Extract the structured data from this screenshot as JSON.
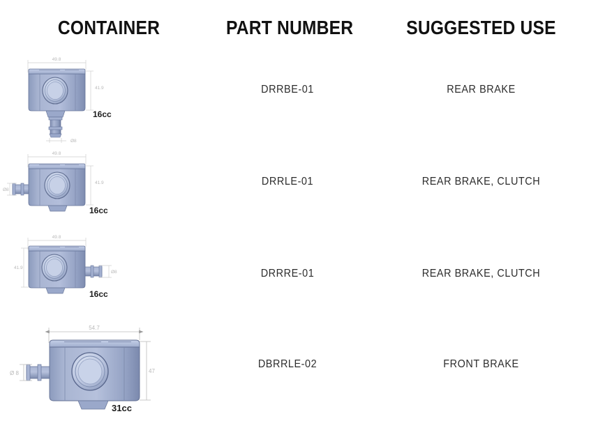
{
  "table": {
    "headers": {
      "container": "CONTAINER",
      "part_number": "PART NUMBER",
      "suggested_use": "SUGGESTED USE"
    },
    "rows": [
      {
        "part_number": "DRRBE-01",
        "suggested_use": "REAR BRAKE",
        "capacity": "16cc",
        "dim_width": "49.8",
        "dim_height": "41.9",
        "dim_port": "Ø8",
        "port_position": "bottom",
        "icon": "brake-reservoir-bottom-outlet"
      },
      {
        "part_number": "DRRLE-01",
        "suggested_use": "REAR BRAKE, CLUTCH",
        "capacity": "16cc",
        "dim_width": "49.8",
        "dim_height": "41.9",
        "dim_port": "Ø8",
        "port_position": "left",
        "icon": "brake-reservoir-left-outlet"
      },
      {
        "part_number": "DRRRE-01",
        "suggested_use": "REAR BRAKE, CLUTCH",
        "capacity": "16cc",
        "dim_width": "49.8",
        "dim_height": "41.9",
        "dim_port": "Ø8",
        "port_position": "right",
        "icon": "brake-reservoir-right-outlet"
      },
      {
        "part_number": "DBRRLE-02",
        "suggested_use": "FRONT BRAKE",
        "capacity": "31cc",
        "dim_width": "54.7",
        "dim_height": "47",
        "dim_port": "Ø 8",
        "port_position": "left",
        "icon": "brake-reservoir-large-left-outlet"
      }
    ]
  },
  "colors": {
    "background": "#ffffff",
    "header_text": "#111111",
    "body_text": "#2c2c2c",
    "dimension_line": "#c9c9c9",
    "dimension_text": "#b9b9b9",
    "capacity_text": "#1d1d1d",
    "body_light": "#b6c1dc",
    "body_mid": "#97a5c4",
    "body_dark": "#7a88ab",
    "body_edge": "#5d6b8e",
    "cap_glass": "#c3cde3",
    "cap_ring": "#8d9ab9"
  }
}
